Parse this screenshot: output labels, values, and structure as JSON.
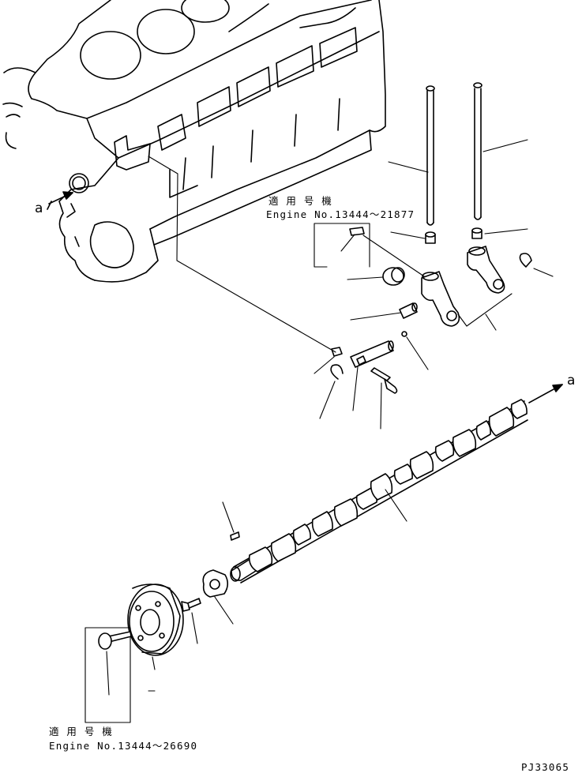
{
  "callouts": {
    "upper": {
      "title": "適 用 号 機",
      "engine": "Engine No.13444～21877"
    },
    "lower": {
      "title": "適 用 号 機",
      "engine": "Engine No.13444～26690"
    }
  },
  "view_markers": {
    "left": "a",
    "right": "a"
  },
  "drawing_number": "PJ33065"
}
